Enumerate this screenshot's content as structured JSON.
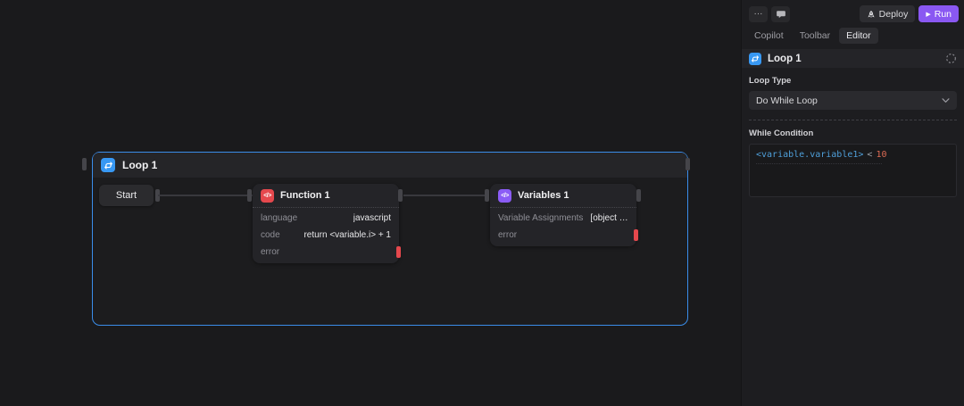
{
  "colors": {
    "accent_blue": "#3898f3",
    "loop_border_blue": "#3a8dea",
    "function_red": "#e5484d",
    "variables_purple": "#8b5cf6",
    "error_red": "#e5484d",
    "run_purple": "#8a58f2",
    "code_variable_blue": "#4f9fd9",
    "code_number_orange": "#dd6b54"
  },
  "toolbar": {
    "more_label": "···",
    "deploy_label": "Deploy",
    "run_label": "Run",
    "play_glyph": "▶"
  },
  "tabs": [
    {
      "label": "Copilot"
    },
    {
      "label": "Toolbar"
    },
    {
      "label": "Editor"
    }
  ],
  "active_tab": "Editor",
  "inspector": {
    "node_title": "Loop 1",
    "loop_type_label": "Loop Type",
    "loop_type_value": "Do While Loop",
    "while_condition_label": "While Condition",
    "condition": {
      "variable": "<variable.variable1>",
      "operator": "<",
      "number": "10"
    }
  },
  "canvas": {
    "loop_group_title": "Loop 1",
    "start_label": "Start",
    "function_node": {
      "title": "Function 1",
      "icon_glyph": "</>",
      "rows": [
        {
          "label": "language",
          "value": "javascript"
        },
        {
          "label": "code",
          "value": "return <variable.i> + 1"
        },
        {
          "label": "error",
          "value": ""
        }
      ]
    },
    "variables_node": {
      "title": "Variables 1",
      "icon_glyph": "</>",
      "rows": [
        {
          "label": "Variable Assignments",
          "value": "[object Obje…"
        },
        {
          "label": "error",
          "value": ""
        }
      ]
    }
  }
}
